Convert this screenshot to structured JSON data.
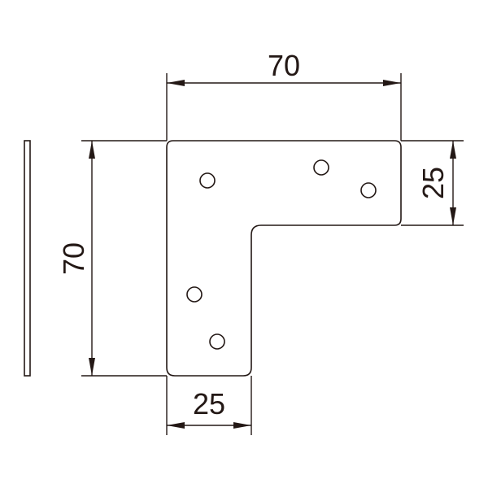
{
  "diagram": {
    "dimensions": {
      "top_width": "70",
      "left_height": "70",
      "right_arm_height": "25",
      "bottom_leg_width": "25"
    },
    "colors": {
      "ink": "#231815",
      "background": "#ffffff"
    }
  }
}
